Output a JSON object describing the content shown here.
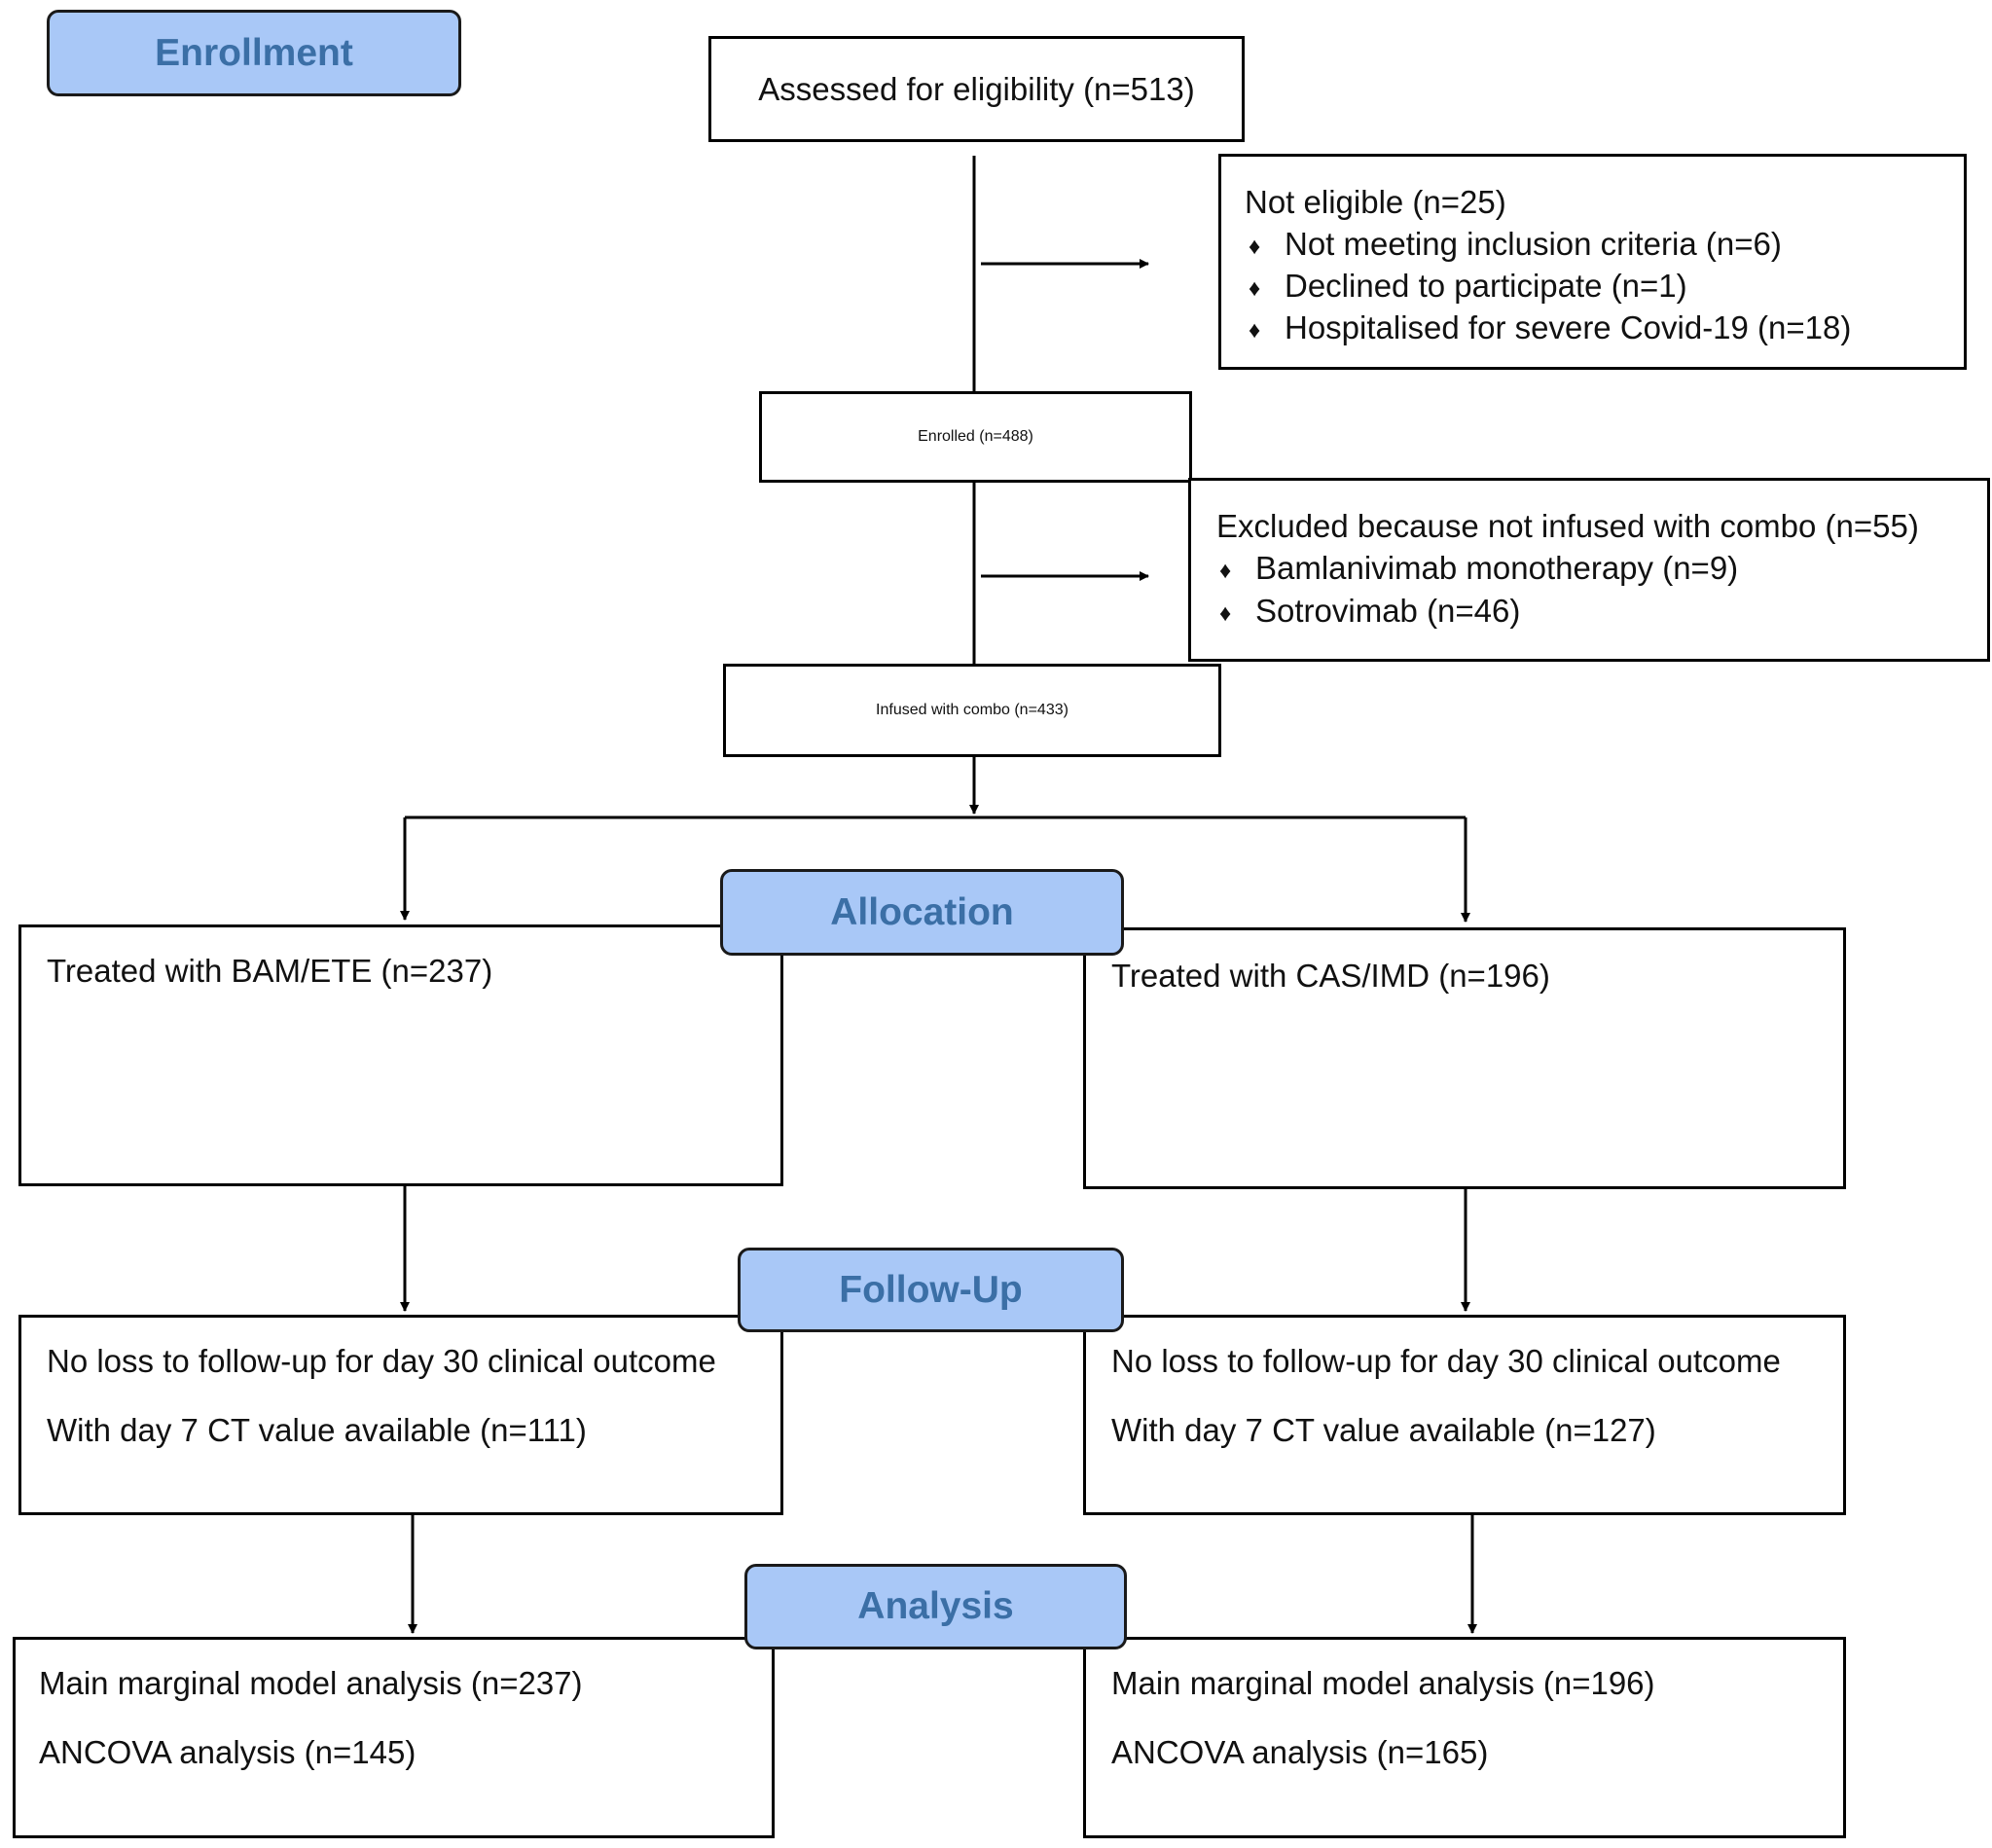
{
  "stages": {
    "enrollment": "Enrollment",
    "allocation": "Allocation",
    "follow_up": "Follow-Up",
    "analysis": "Analysis"
  },
  "assessed": "Assessed for eligibility (n=513)",
  "not_eligible": {
    "title": "Not eligible (n=25)",
    "items": [
      "Not meeting inclusion criteria (n=6)",
      "Declined to participate (n=1)",
      "Hospitalised for severe Covid-19 (n=18)"
    ]
  },
  "enrolled": "Enrolled (n=488)",
  "excluded": {
    "title": "Excluded because not infused with combo (n=55)",
    "items": [
      "Bamlanivimab monotherapy (n=9)",
      "Sotrovimab (n=46)"
    ]
  },
  "infused": "Infused with combo (n=433)",
  "arms": {
    "left": {
      "treated": "Treated with BAM/ETE (n=237)",
      "followup_1": "No loss to follow-up for day 30 clinical outcome",
      "followup_2": "With day 7 CT value available (n=111)",
      "analysis_1": "Main marginal model analysis (n=237)",
      "analysis_2": "ANCOVA analysis (n=145)"
    },
    "right": {
      "treated": "Treated with CAS/IMD (n=196)",
      "followup_1": "No loss to follow-up for day 30 clinical outcome",
      "followup_2": "With day 7 CT value available (n=127)",
      "analysis_1": "Main marginal model analysis (n=196)",
      "analysis_2": "ANCOVA analysis (n=165)"
    }
  },
  "bullet_symbol": "♦",
  "colors": {
    "stage_fill": "#a9c8f7",
    "stage_text": "#3b6fa6"
  }
}
